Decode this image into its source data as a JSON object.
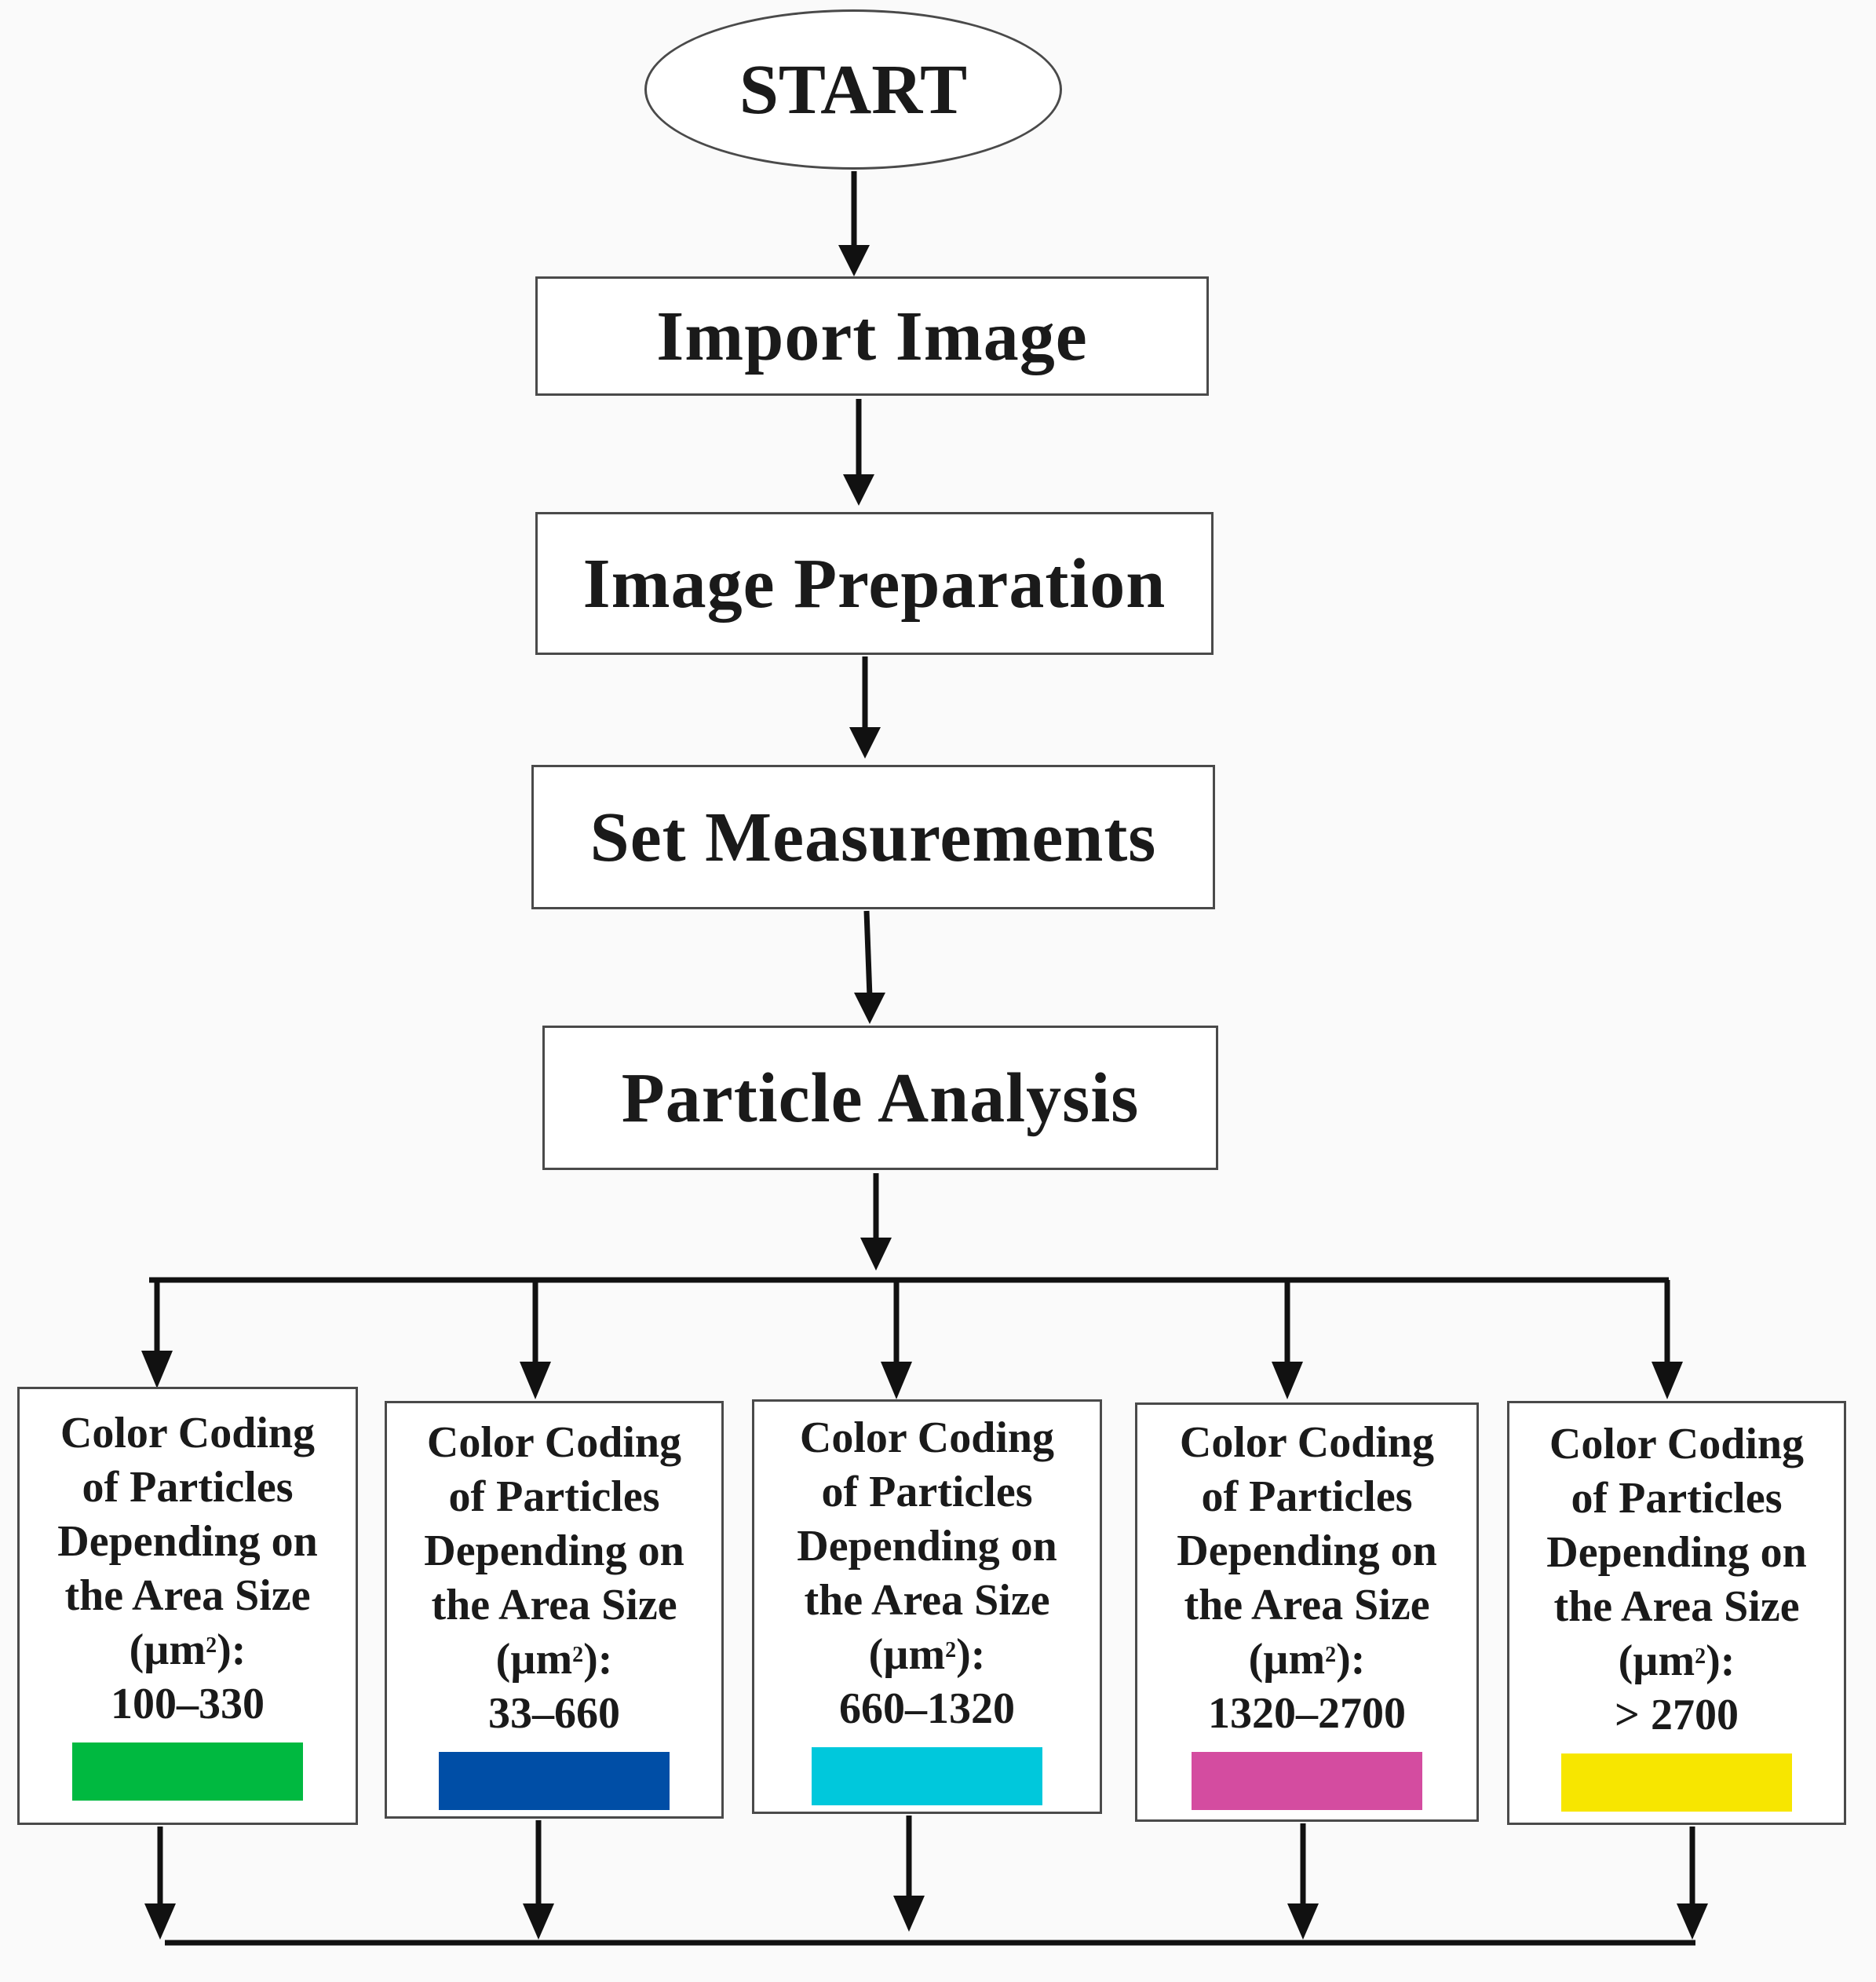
{
  "flow": {
    "start": "START",
    "steps": [
      "Import Image",
      "Image Preparation",
      "Set Measurements",
      "Particle Analysis"
    ]
  },
  "branches": [
    {
      "line1": "Color Coding",
      "line2": "of Particles",
      "line3": "Depending on",
      "line4": "the Area Size",
      "unit_open": "(µm",
      "unit_sup": "2",
      "unit_close": "):",
      "range": "100–330",
      "color": "#00b940"
    },
    {
      "line1": "Color Coding",
      "line2": "of Particles",
      "line3": "Depending on",
      "line4": "the Area Size",
      "unit_open": "(µm",
      "unit_sup": "2",
      "unit_close": "):",
      "range": "33–660",
      "color": "#004ea6"
    },
    {
      "line1": "Color Coding",
      "line2": "of Particles",
      "line3": "Depending on",
      "line4": "the Area Size",
      "unit_open": "(µm",
      "unit_sup": "2",
      "unit_close": "):",
      "range": "660–1320",
      "color": "#00c8dc"
    },
    {
      "line1": "Color Coding",
      "line2": "of Particles",
      "line3": "Depending on",
      "line4": "the Area Size",
      "unit_open": "(µm",
      "unit_sup": "2",
      "unit_close": "):",
      "range": "1320–2700",
      "color": "#d44ca0"
    },
    {
      "line1": "Color Coding",
      "line2": "of Particles",
      "line3": "Depending on",
      "line4": "the Area Size",
      "unit_open": "(µm",
      "unit_sup": "2",
      "unit_close": "):",
      "range": "> 2700",
      "color": "#f7e600"
    }
  ]
}
